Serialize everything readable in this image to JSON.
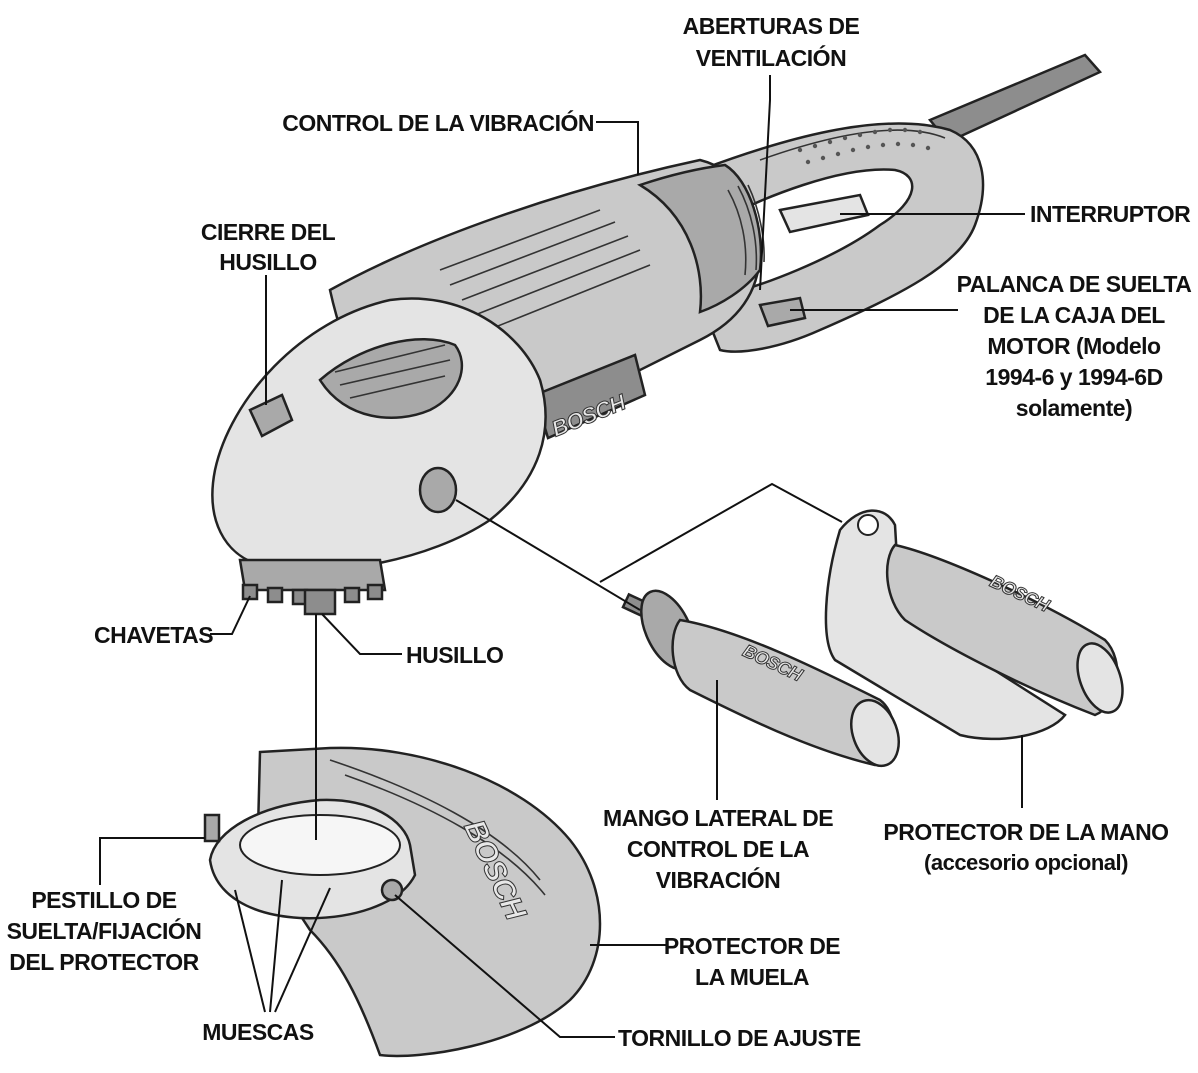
{
  "labels": {
    "aberturas_1": "ABERTURAS DE",
    "aberturas_2": "VENTILACIÓN",
    "control_vibracion": "CONTROL DE LA VIBRACIÓN",
    "interruptor": "INTERRUPTOR",
    "cierre_1": "CIERRE DEL",
    "cierre_2": "HUSILLO",
    "palanca_1": "PALANCA DE SUELTA",
    "palanca_2": "DE LA CAJA DEL",
    "palanca_3": "MOTOR (Modelo",
    "palanca_4": "1994-6 y 1994-6D",
    "palanca_5": "solamente)",
    "chavetas": "CHAVETAS",
    "husillo": "HUSILLO",
    "mango_1": "MANGO LATERAL DE",
    "mango_2": "CONTROL DE LA",
    "mango_3": "VIBRACIÓN",
    "protector_mano_1": "PROTECTOR DE LA MANO",
    "protector_mano_2": "(accesorio opcional)",
    "pestillo_1": "PESTILLO DE",
    "pestillo_2": "SUELTA/FIJACIÓN",
    "pestillo_3": "DEL PROTECTOR",
    "protector_muela_1": "PROTECTOR DE",
    "protector_muela_2": "LA MUELA",
    "muescas": "MUESCAS",
    "tornillo": "TORNILLO DE AJUSTE"
  },
  "brand": "BOSCH"
}
